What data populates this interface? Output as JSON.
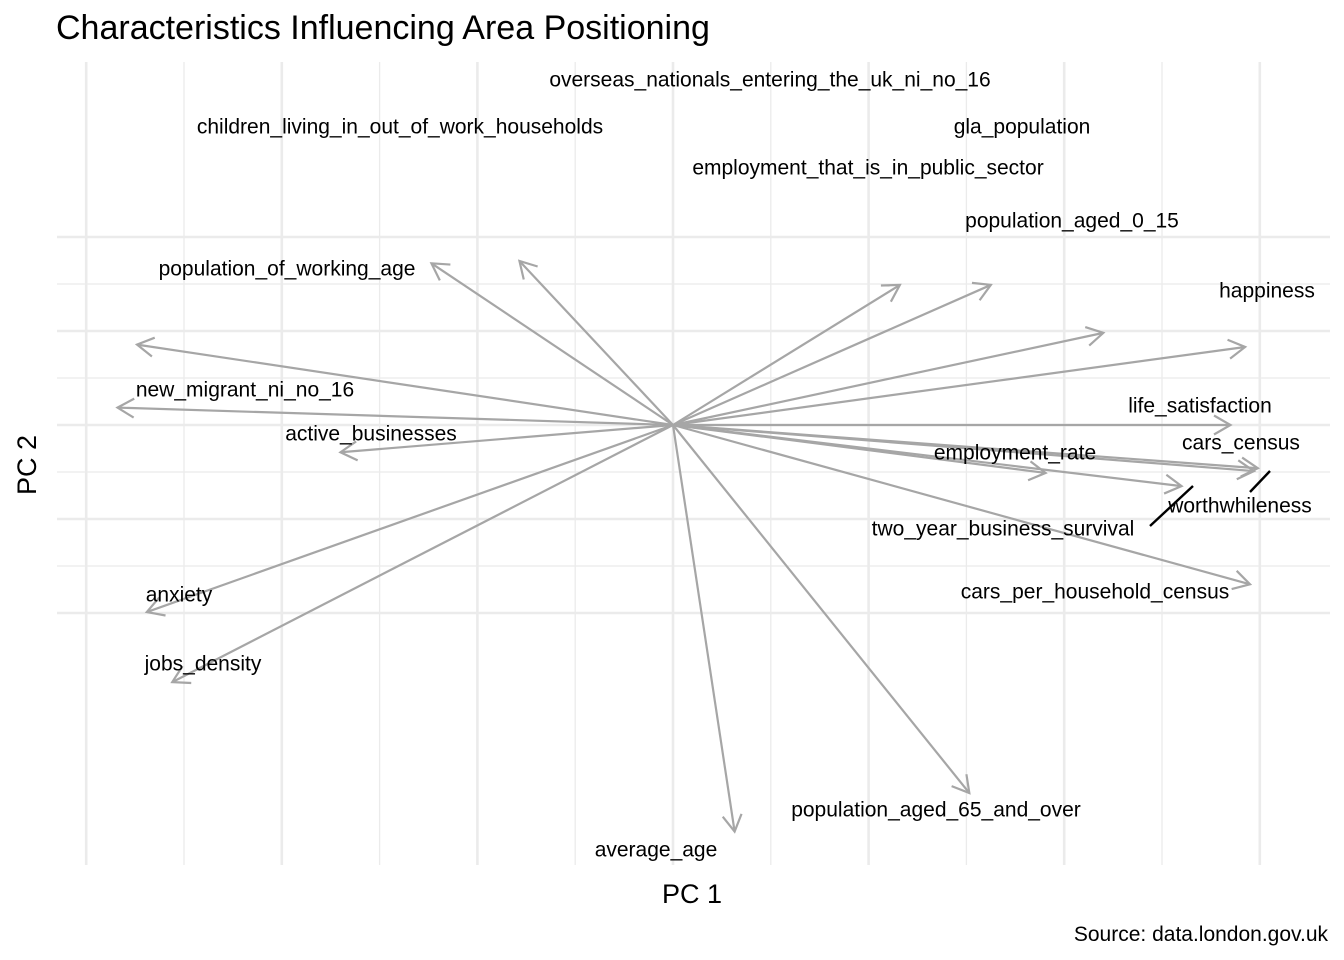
{
  "chart_data": {
    "type": "biplot",
    "title": "Characteristics Influencing Area Positioning",
    "xlabel": "PC 1",
    "ylabel": "PC 2",
    "caption": "Source: data.london.gov.uk",
    "xlim": [
      -0.6,
      0.6
    ],
    "ylim": [
      -0.46,
      0.38
    ],
    "x_major": [
      -0.6,
      -0.4,
      -0.2,
      0,
      0.2,
      0.4,
      0.6
    ],
    "x_minor": [
      -0.5,
      -0.3,
      -0.1,
      0.1,
      0.3,
      0.5
    ],
    "y_major": [
      -0.4,
      -0.2,
      0,
      0.2,
      0.4
    ],
    "y_minor": [
      -0.3,
      -0.1,
      0.1,
      0.3
    ],
    "grid": true,
    "arrow_color": "#a6a6a6",
    "vectors": [
      {
        "name": "overseas_nationals_entering_the_uk_ni_no_16",
        "x": -0.157,
        "y": 0.349
      },
      {
        "name": "children_living_in_out_of_work_households",
        "x": -0.247,
        "y": 0.344
      },
      {
        "name": "gla_population",
        "x": 0.325,
        "y": 0.298
      },
      {
        "name": "employment_that_is_in_public_sector",
        "x": 0.232,
        "y": 0.298
      },
      {
        "name": "population_aged_0_15",
        "x": 0.44,
        "y": 0.196
      },
      {
        "name": "happiness",
        "x": 0.585,
        "y": 0.166
      },
      {
        "name": "population_of_working_age",
        "x": -0.548,
        "y": 0.171
      },
      {
        "name": "new_migrant_ni_no_16",
        "x": -0.568,
        "y": 0.037
      },
      {
        "name": "active_businesses",
        "x": -0.34,
        "y": -0.058
      },
      {
        "name": "life_satisfaction",
        "x": 0.57,
        "y": 0.0
      },
      {
        "name": "cars_census",
        "x": 0.598,
        "y": -0.092
      },
      {
        "name": "employment_rate",
        "x": 0.381,
        "y": -0.102
      },
      {
        "name": "worthwhileness",
        "x": 0.594,
        "y": -0.098
      },
      {
        "name": "two_year_business_survival",
        "x": 0.52,
        "y": -0.13
      },
      {
        "name": "cars_per_household_census",
        "x": 0.59,
        "y": -0.339
      },
      {
        "name": "anxiety",
        "x": -0.538,
        "y": -0.398
      },
      {
        "name": "jobs_density",
        "x": -0.512,
        "y": -0.547
      },
      {
        "name": "population_aged_65_and_over",
        "x": 0.303,
        "y": -0.783
      },
      {
        "name": "average_age",
        "x": 0.063,
        "y": -0.865
      }
    ]
  }
}
